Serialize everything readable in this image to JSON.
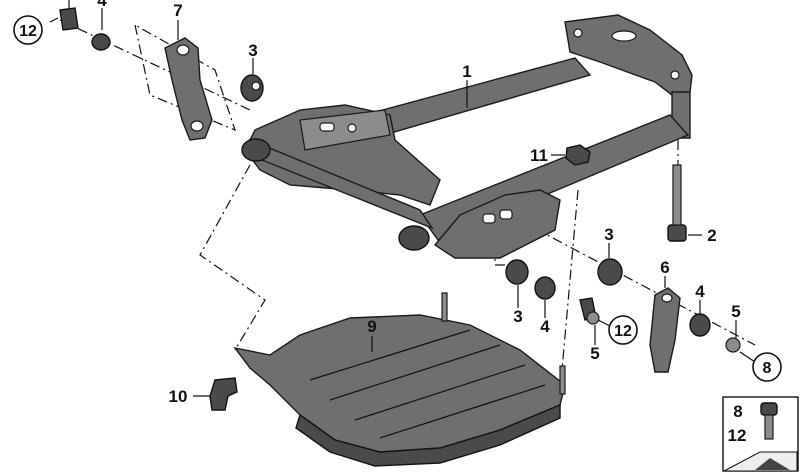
{
  "callouts": {
    "c1": "1",
    "c2": "2",
    "c3a": "3",
    "c3b": "3",
    "c3c": "3",
    "c4a": "4",
    "c4b": "4",
    "c4c": "4",
    "c5a": "5",
    "c5b": "5",
    "c6": "6",
    "c7": "7",
    "c8": "8",
    "c9": "9",
    "c10": "10",
    "c11": "11",
    "c12a": "12",
    "c12b": "12"
  },
  "legend_box": {
    "top": "8",
    "bottom": "12"
  }
}
